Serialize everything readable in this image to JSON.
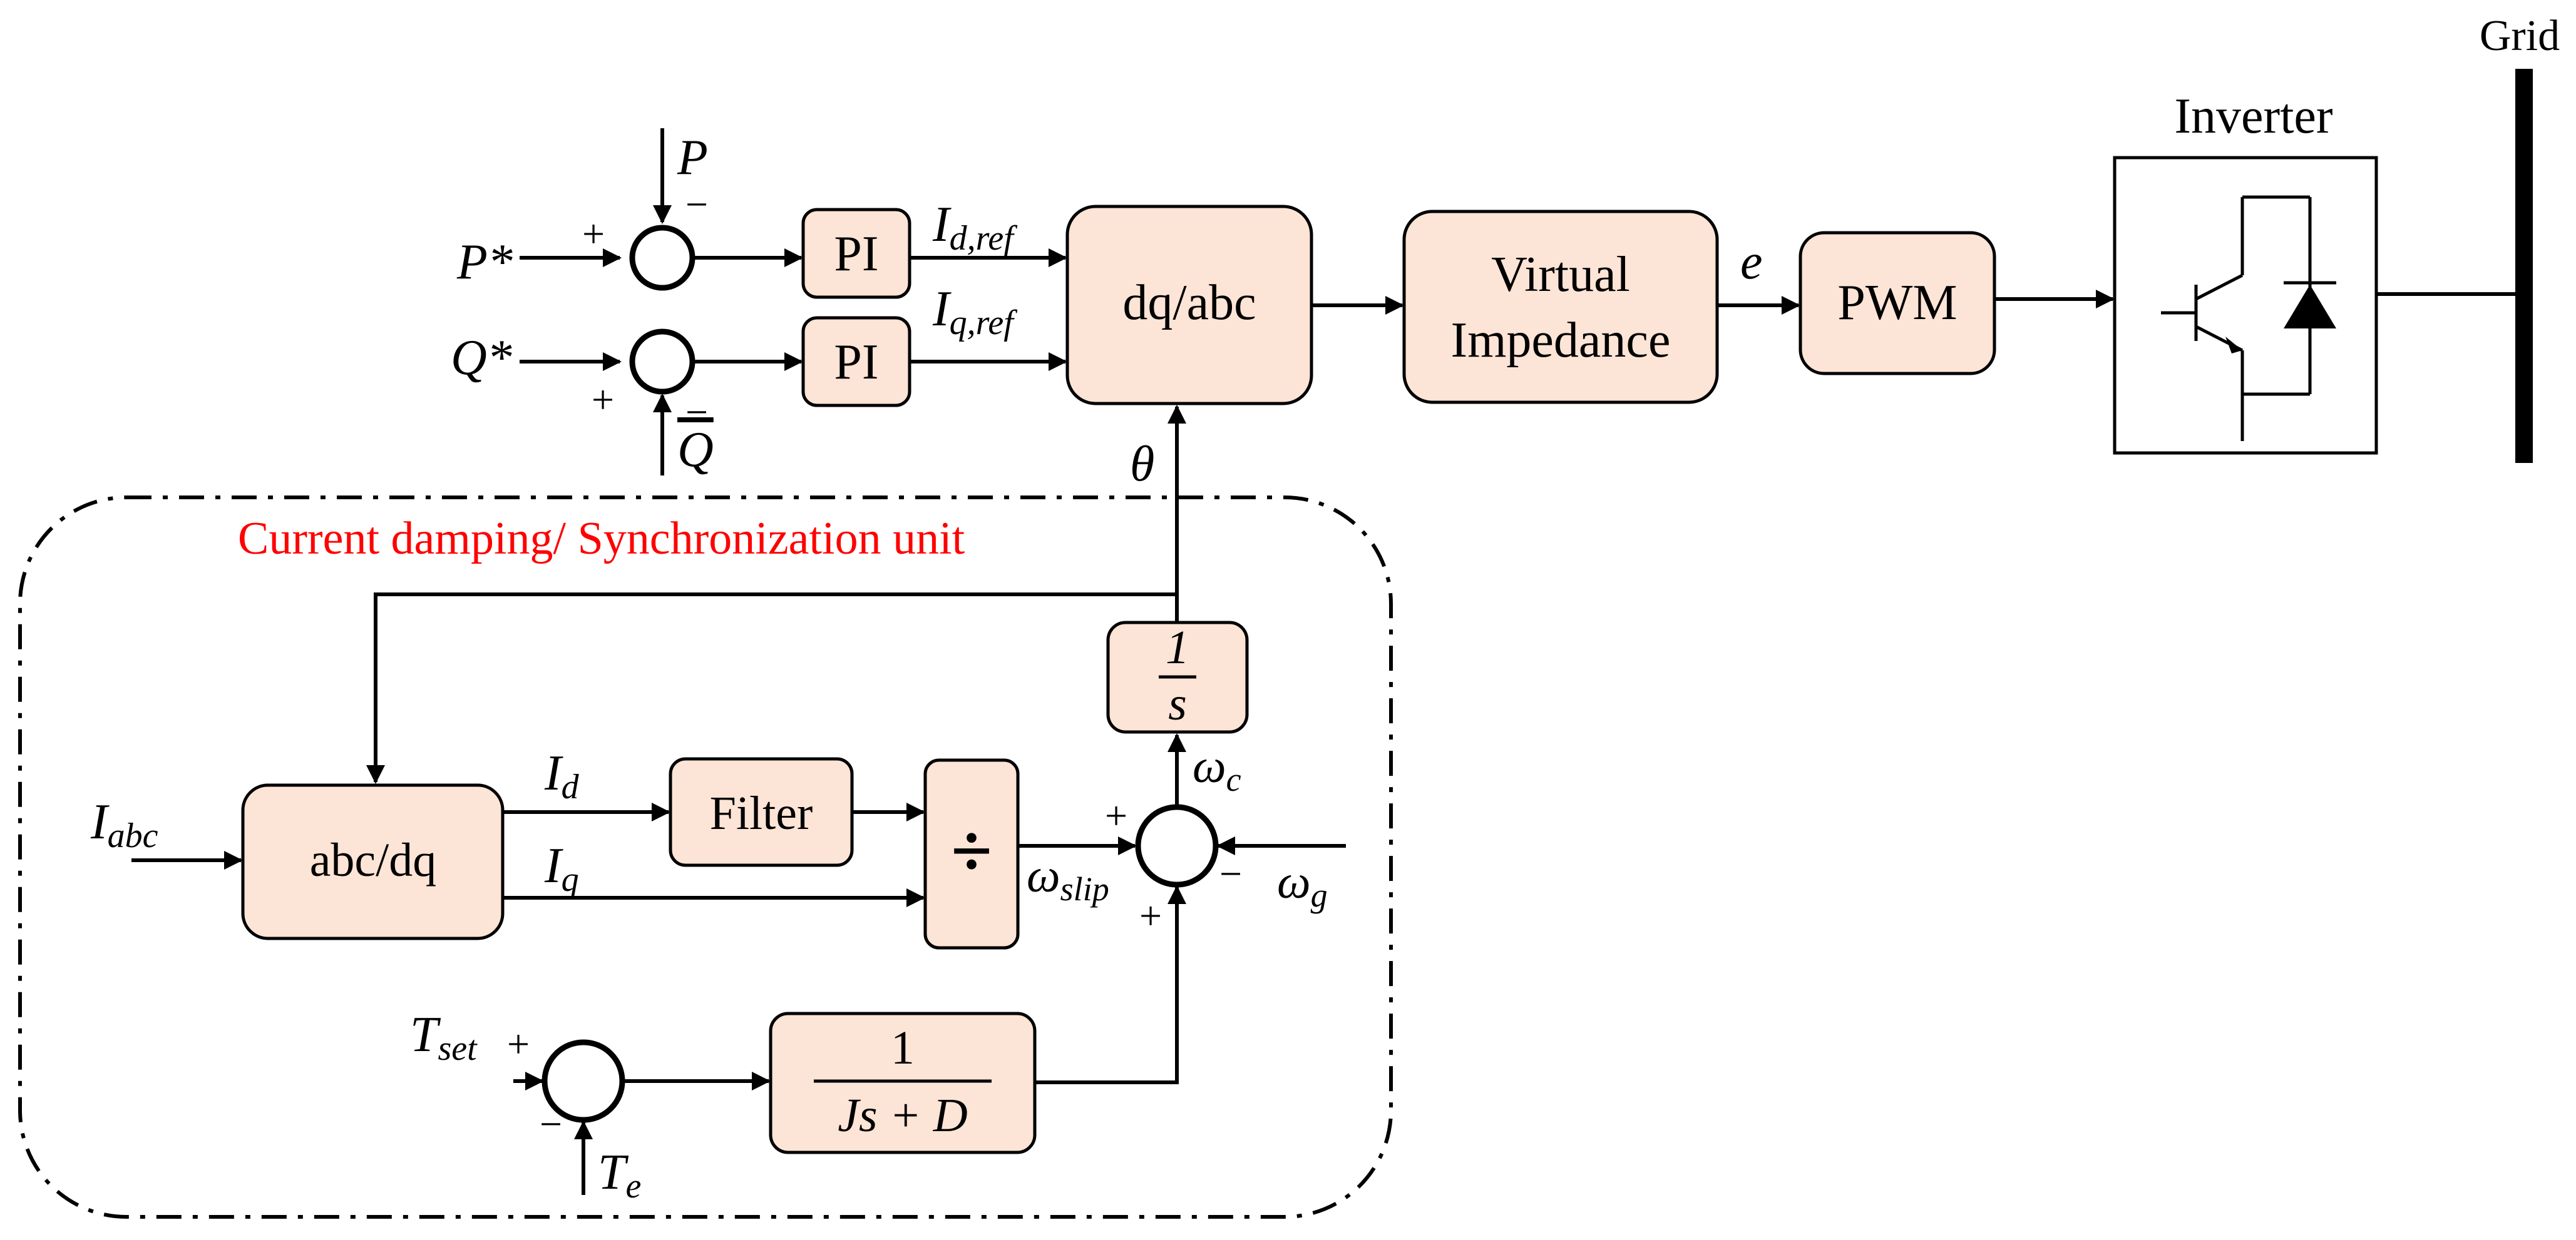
{
  "blocks": {
    "pi_d": "PI",
    "pi_q": "PI",
    "dq_abc": "dq/abc",
    "virtual_impedance_1": "Virtual",
    "virtual_impedance_2": "Impedance",
    "pwm": "PWM",
    "abc_dq": "abc/dq",
    "filter": "Filter",
    "integrator_num": "1",
    "integrator_den": "s",
    "inertia_num": "1",
    "inertia_den": "Js + D",
    "divide": "÷"
  },
  "titles": {
    "inverter": "Inverter",
    "grid": "Grid",
    "unit": "Current damping/ Synchronization unit"
  },
  "signals": {
    "P_star": "P*",
    "Q_star": "Q*",
    "P": "P",
    "Q": "Q",
    "Id_ref": "I",
    "Id_ref_sub": "d,ref",
    "Iq_ref": "I",
    "Iq_ref_sub": "q,ref",
    "theta": "θ",
    "e": "e",
    "Iabc": "I",
    "Iabc_sub": "abc",
    "Id": "I",
    "Id_sub": "d",
    "Iq": "I",
    "Iq_sub": "q",
    "omega_c": "ω",
    "omega_c_sub": "c",
    "omega_slip": "ω",
    "omega_slip_sub": "slip",
    "omega_g": "ω",
    "omega_g_sub": "g",
    "T_set": "T",
    "T_set_sub": "set",
    "T_e": "T",
    "T_e_sub": "e"
  },
  "signs": {
    "plus": "+",
    "minus": "−"
  },
  "colors": {
    "block_fill": "#fce4d6",
    "unit_title": "#ff0000"
  }
}
